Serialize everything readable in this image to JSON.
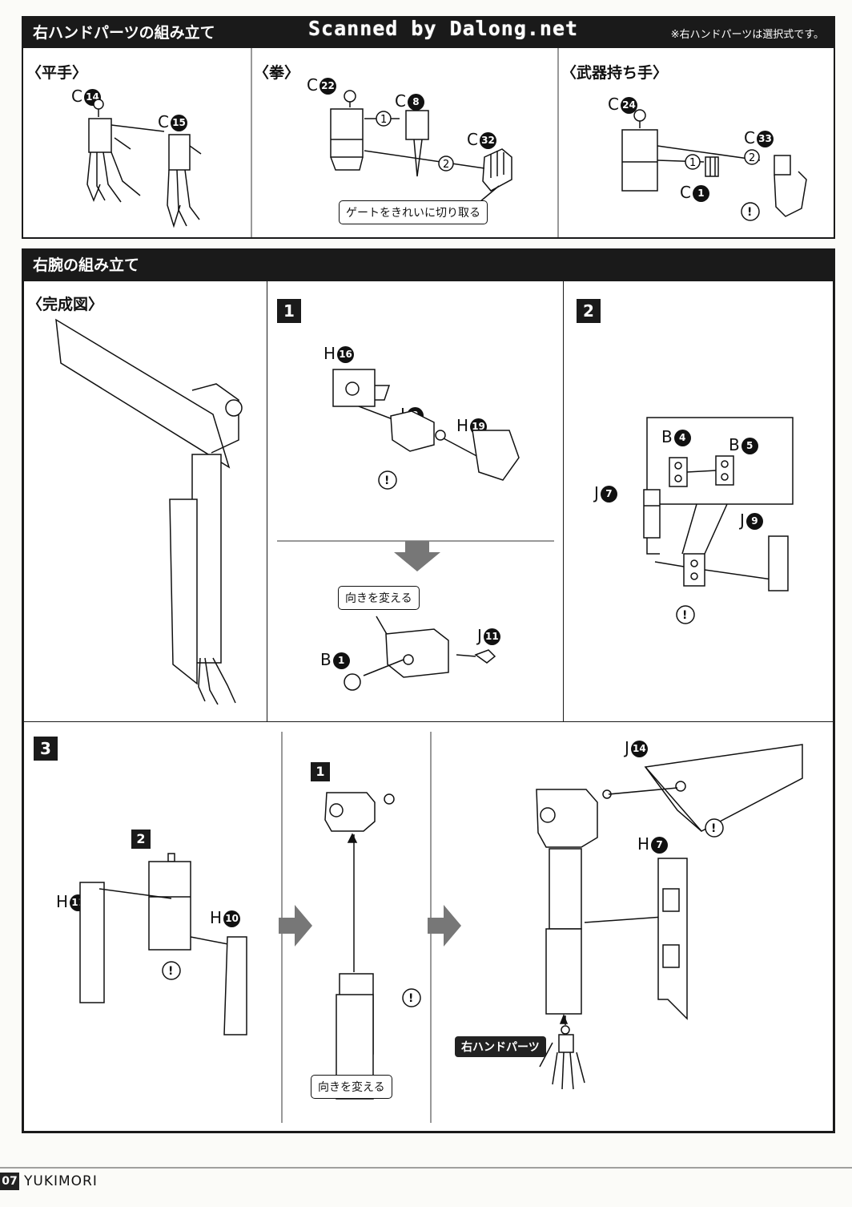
{
  "hand_section": {
    "title": "右ハンドパーツの組み立て",
    "scan_watermark": "Scanned by Dalong.net",
    "note": "※右ハンドパーツは選択式です。",
    "flat": {
      "title": "〈平手〉",
      "parts": [
        {
          "letter": "C",
          "num": "14"
        },
        {
          "letter": "C",
          "num": "15"
        }
      ]
    },
    "fist": {
      "title": "〈拳〉",
      "parts": [
        {
          "letter": "C",
          "num": "22"
        },
        {
          "letter": "C",
          "num": "8"
        },
        {
          "letter": "C",
          "num": "32"
        }
      ],
      "order": [
        "1",
        "2"
      ],
      "callout": "ゲートをきれいに切り取る"
    },
    "weapon": {
      "title": "〈武器持ち手〉",
      "parts": [
        {
          "letter": "C",
          "num": "24"
        },
        {
          "letter": "C",
          "num": "33"
        },
        {
          "letter": "C",
          "num": "1"
        }
      ],
      "order": [
        "1",
        "2"
      ]
    }
  },
  "arm_section": {
    "title": "右腕の組み立て",
    "complete": {
      "title": "〈完成図〉"
    },
    "step1": {
      "num": "1",
      "parts": [
        {
          "letter": "H",
          "num": "16"
        },
        {
          "letter": "J",
          "num": "3"
        },
        {
          "letter": "H",
          "num": "19"
        },
        {
          "letter": "B",
          "num": "1"
        },
        {
          "letter": "J",
          "num": "11"
        }
      ],
      "callout": "向きを変える"
    },
    "step2": {
      "num": "2",
      "parts": [
        {
          "letter": "B",
          "num": "4"
        },
        {
          "letter": "B",
          "num": "5"
        },
        {
          "letter": "J",
          "num": "7"
        },
        {
          "letter": "J",
          "num": "9"
        }
      ]
    },
    "step3": {
      "num": "3",
      "sub_step": "2",
      "sub_step_b": "1",
      "parts": [
        {
          "letter": "H",
          "num": "11"
        },
        {
          "letter": "H",
          "num": "10"
        },
        {
          "letter": "J",
          "num": "14"
        },
        {
          "letter": "H",
          "num": "7"
        }
      ],
      "callout": "向きを変える",
      "hand_tag": "右ハンドパーツ"
    }
  },
  "footer": {
    "page": "07",
    "brand": "YUKIMORI"
  }
}
